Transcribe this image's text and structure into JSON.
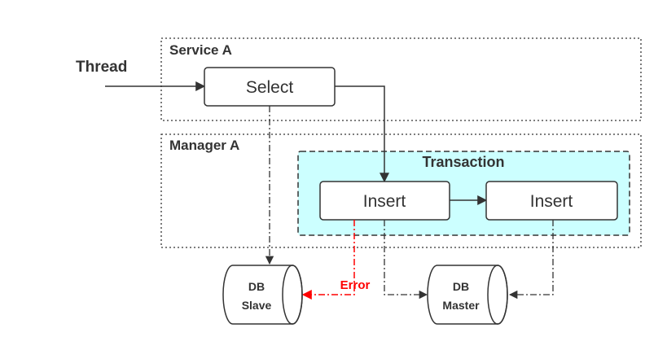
{
  "thread_label": "Thread",
  "service_box": {
    "title": "Service A"
  },
  "manager_box": {
    "title": "Manager A"
  },
  "transaction_box": {
    "title": "Transaction",
    "fill": "#ccffff",
    "stroke": "#333333"
  },
  "nodes": {
    "select": "Select",
    "insert_1": "Insert",
    "insert_2": "Insert"
  },
  "databases": {
    "slave": {
      "line1": "DB",
      "line2": "Slave"
    },
    "master": {
      "line1": "DB",
      "line2": "Master"
    }
  },
  "error_label": "Error",
  "colors": {
    "line": "#333333",
    "error": "#ff0000"
  }
}
